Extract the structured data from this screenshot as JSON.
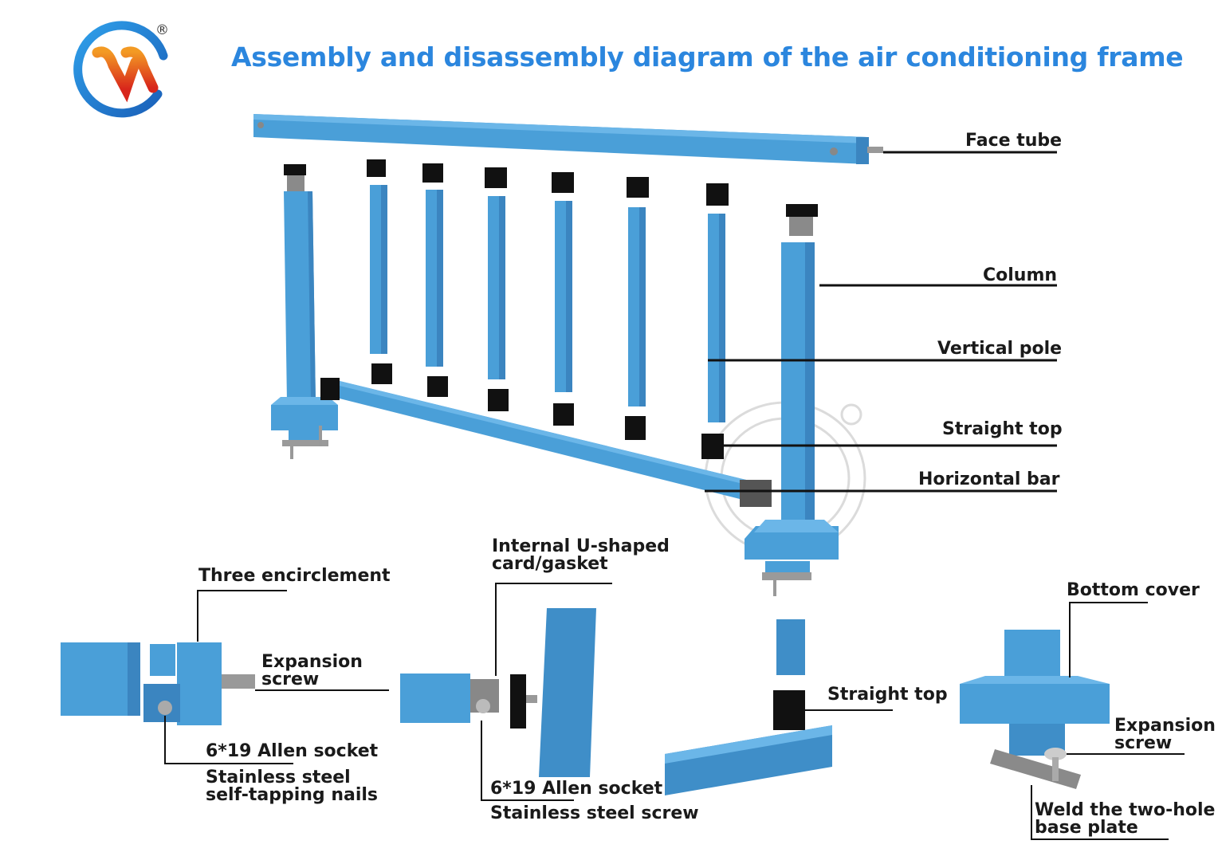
{
  "title": "Assembly and disassembly diagram of the air conditioning frame",
  "logo": {
    "name": "brand-logo",
    "registered_mark": "®",
    "colors": {
      "ring": "#1f7fd6",
      "ribbon_top": "#f08a1c",
      "ribbon_bottom": "#d42a1e"
    }
  },
  "colors": {
    "part_blue": "#4a9fd8",
    "part_blue_dark": "#3b85c0",
    "part_blue_light": "#6bb6e8",
    "cap_black": "#111111",
    "metal": "#9a9a9a",
    "title_blue": "#2b86de",
    "text": "#1a1a1a"
  },
  "main_labels": {
    "face_tube": "Face tube",
    "column": "Column",
    "vertical_pole": "Vertical pole",
    "straight_top": "Straight top",
    "horizontal_bar": "Horizontal bar"
  },
  "detail_left": {
    "three_encirclement": "Three encirclement",
    "expansion_screw_line1": "Expansion",
    "expansion_screw_line2": "screw",
    "allen_socket": "6*19 Allen socket",
    "nails_line1": "Stainless steel",
    "nails_line2": "self-tapping nails"
  },
  "detail_middle": {
    "u_card_line1": "Internal U-shaped",
    "u_card_line2": "card/gasket",
    "allen_socket": "6*19 Allen socket",
    "steel_screw": "Stainless steel screw"
  },
  "detail_straight_top": {
    "label": "Straight top"
  },
  "detail_base": {
    "bottom_cover": "Bottom cover",
    "expansion_screw_line1": "Expansion",
    "expansion_screw_line2": "screw",
    "base_plate_line1": "Weld the two-hole",
    "base_plate_line2": "base plate"
  }
}
